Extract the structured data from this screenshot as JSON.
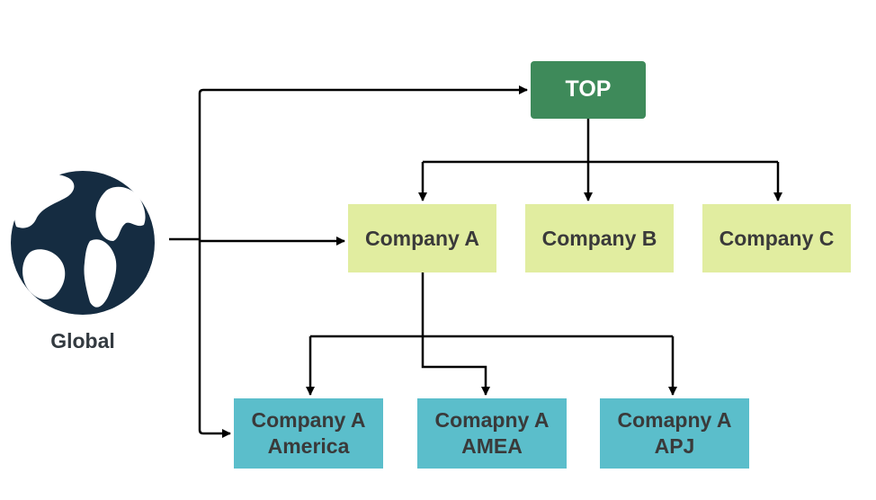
{
  "colors": {
    "top_fill": "#3e8a5a",
    "company_fill": "#e1eda0",
    "region_fill": "#5bbecb",
    "globe_fill": "#152c41",
    "connector": "#000000"
  },
  "global": {
    "icon": "globe-icon",
    "label": "Global"
  },
  "nodes": {
    "top": {
      "label": "TOP"
    },
    "company_a": {
      "label": "Company A"
    },
    "company_b": {
      "label": "Company B"
    },
    "company_c": {
      "label": "Company C"
    },
    "america": {
      "line1": "Company A",
      "line2": "America"
    },
    "amea": {
      "line1": "Comapny A",
      "line2": "AMEA"
    },
    "apj": {
      "line1": "Comapny A",
      "line2": "APJ"
    }
  },
  "edges": [
    [
      "global",
      "top"
    ],
    [
      "global",
      "company_a"
    ],
    [
      "global",
      "america"
    ],
    [
      "top",
      "company_a"
    ],
    [
      "top",
      "company_b"
    ],
    [
      "top",
      "company_c"
    ],
    [
      "company_a",
      "america"
    ],
    [
      "company_a",
      "amea"
    ],
    [
      "company_a",
      "apj"
    ]
  ]
}
